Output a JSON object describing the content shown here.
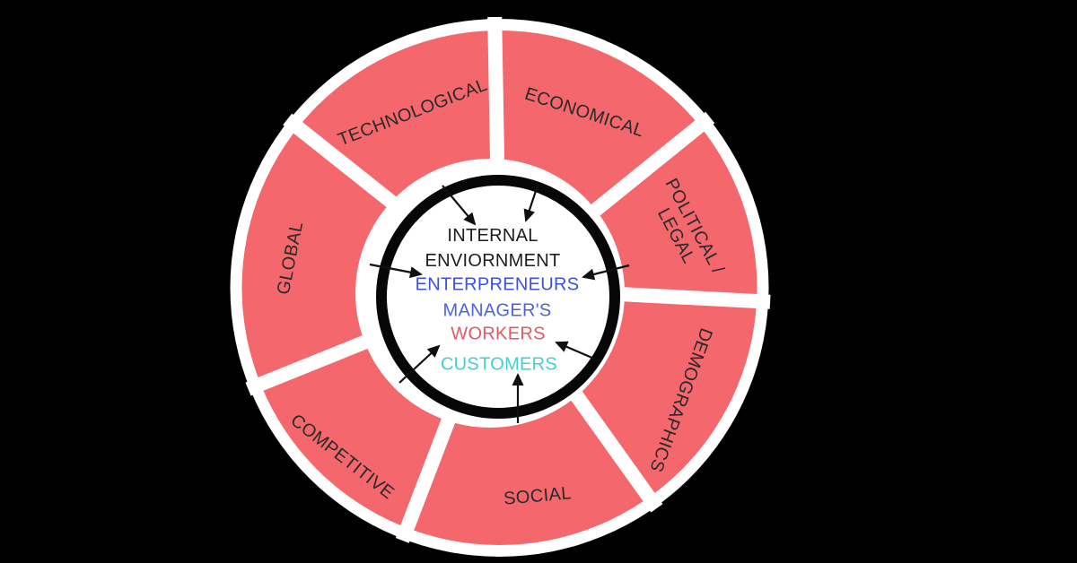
{
  "diagram": {
    "center": {
      "title_line1": "INTERNAL",
      "title_line2": "ENVIORNMENT",
      "groups": [
        {
          "id": "entrepreneurs",
          "label": "ENTERPRENEURS",
          "color": "#3e50e4"
        },
        {
          "id": "managers",
          "label": "MANAGER'S",
          "color": "#5062d9"
        },
        {
          "id": "workers",
          "label": "WORKERS",
          "color": "#e05964"
        },
        {
          "id": "customers",
          "label": "CUSTOMERS",
          "color": "#3ed2cf"
        }
      ]
    },
    "segments": [
      {
        "id": "technological",
        "label": "TECHNOLOGICAL"
      },
      {
        "id": "economical",
        "label": "ECONOMICAL"
      },
      {
        "id": "political-legal",
        "label": "POLITICAL /",
        "label2": "LEGAL"
      },
      {
        "id": "demographics",
        "label": "DEMOGRAPHICS"
      },
      {
        "id": "social",
        "label": "SOCIAL"
      },
      {
        "id": "competitive",
        "label": "COMPETITIVE"
      },
      {
        "id": "global",
        "label": "GLOBAL"
      }
    ],
    "colors": {
      "background": "#000000",
      "wheel_disc": "#ffffff",
      "segment_fill": "#f3676d",
      "divider": "#ffffff",
      "inner_ring": "#070707",
      "inner_fill": "#ffffff",
      "arrow": "#101010",
      "segment_label_text": "#2a2a2a",
      "center_title_text": "#1d1d1d"
    }
  }
}
